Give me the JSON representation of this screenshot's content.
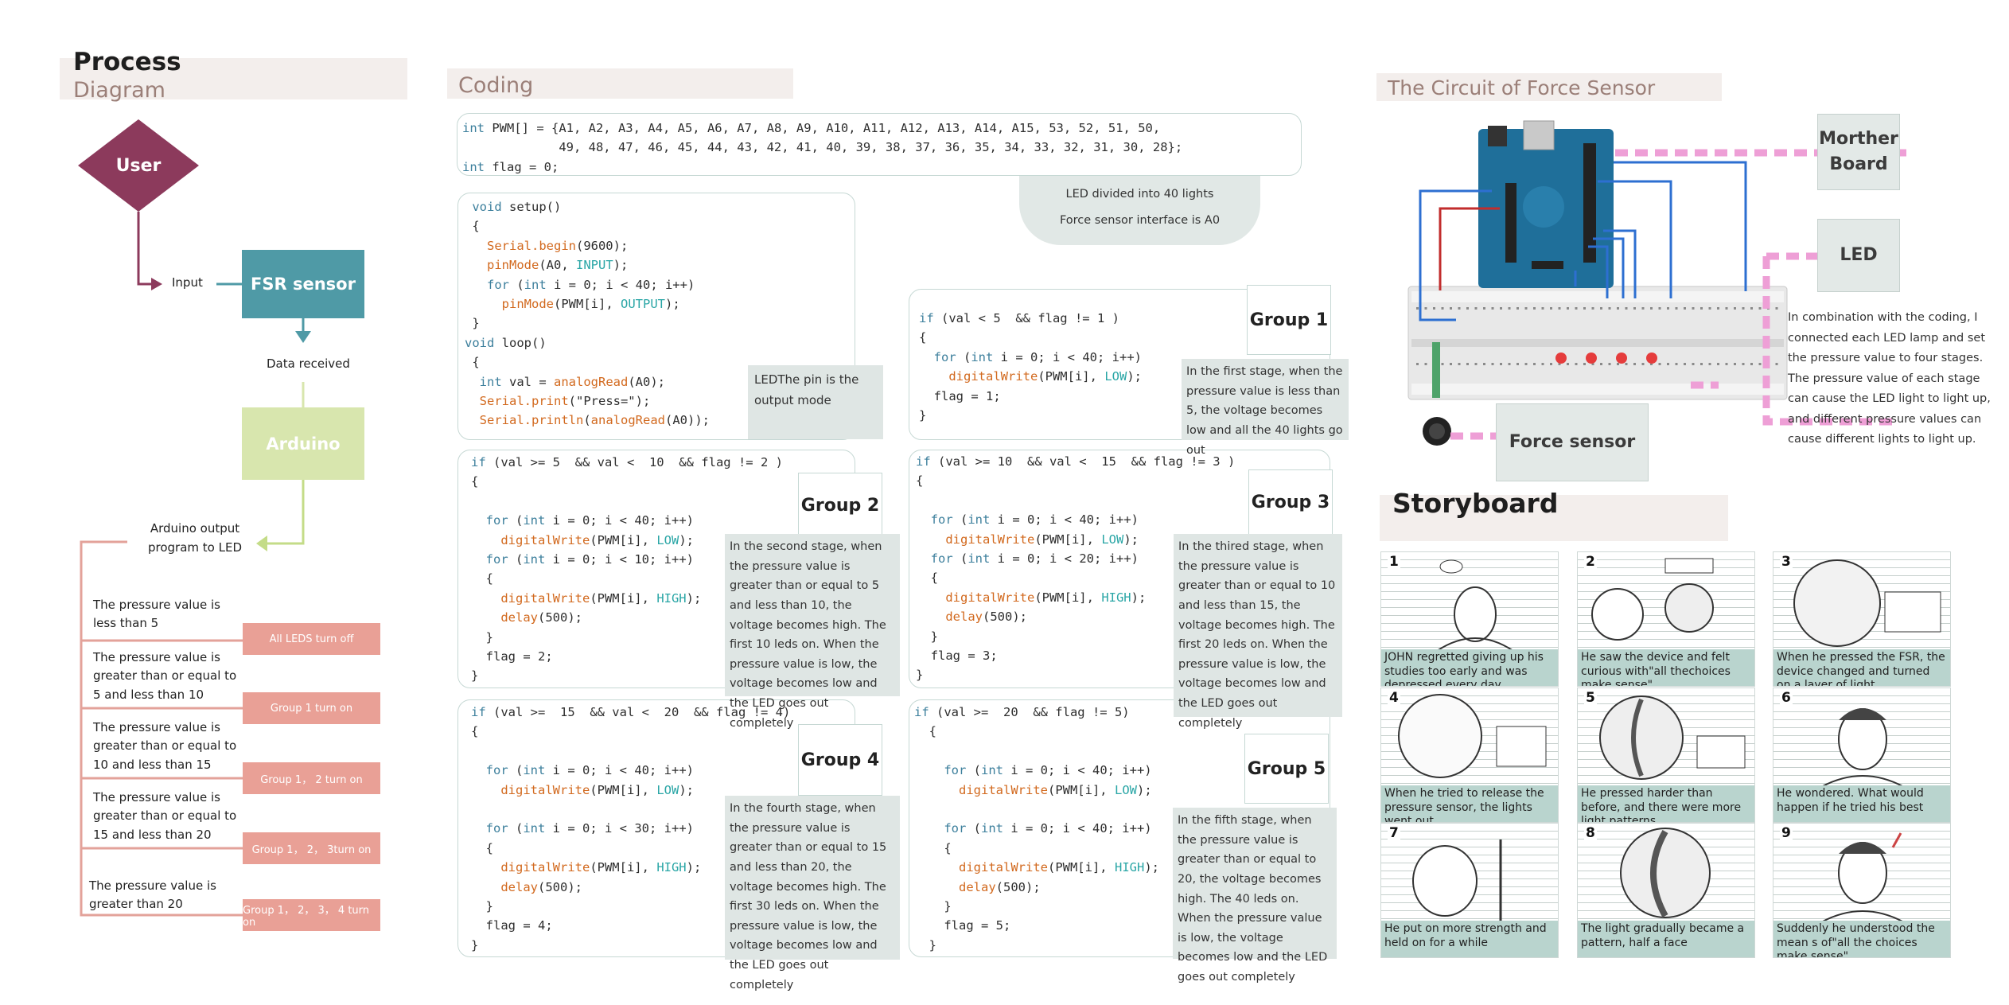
{
  "process": {
    "title_bold": "Process",
    "title_light": "Diagram",
    "user": "User",
    "input": "Input",
    "fsr": "FSR sensor",
    "data_received": "Data received",
    "arduino": "Arduino",
    "arduino_output": "Arduino output\nprogram to LED",
    "conditions": [
      {
        "text": "The pressure value is less than 5",
        "badge": "All LEDS turn off"
      },
      {
        "text": "The pressure value is greater than or equal to 5 and less than 10",
        "badge": "Group 1 turn on"
      },
      {
        "text": "The pressure value is greater than or equal to 10 and less than 15",
        "badge": "Group 1， 2 turn on"
      },
      {
        "text": "The pressure value is greater than or equal to 15 and less than 20",
        "badge": "Group 1， 2， 3turn on"
      },
      {
        "text": "The pressure value is greater than 20",
        "badge": "Group 1， 2， 3， 4 turn on"
      }
    ]
  },
  "coding": {
    "title": "Coding",
    "top_lines": [
      "int PWM[] = {A1, A2, A3, A4, A5, A6, A7, A8, A9, A10, A11, A12, A13, A14, A15, 53, 52, 51, 50,",
      "             49, 48, 47, 46, 45, 44, 43, 42, 41, 40, 39, 38, 37, 36, 35, 34, 33, 32, 31, 30, 28};",
      "int flag = 0;"
    ],
    "info_lines": [
      "LED divided into 40 lights",
      "Force sensor interface is A0"
    ],
    "setup_lines": [
      " void setup()",
      " {",
      "   Serial.begin(9600);",
      "   pinMode(A0, INPUT);",
      "   for (int i = 0; i < 40; i++)",
      "     pinMode(PWM[i], OUTPUT);",
      " }",
      "void loop()",
      " {",
      "  int val = analogRead(A0);",
      "  Serial.print(\"Press=\");",
      "  Serial.println(analogRead(A0));"
    ],
    "setup_note": "LEDThe pin is the output mode",
    "groups": [
      {
        "name": "Group 1",
        "lines": [
          "if (val < 5  && flag != 1 )",
          "{",
          "  for (int i = 0; i < 40; i++)",
          "    digitalWrite(PWM[i], LOW);",
          "  flag = 1;",
          "}"
        ],
        "note": "In the first stage, when the pressure value is less than 5, the voltage becomes low and all the 40 lights go out"
      },
      {
        "name": "Group 2",
        "lines": [
          "if (val >= 5  && val <  10  && flag != 2 )",
          "{",
          "",
          "  for (int i = 0; i < 40; i++)",
          "    digitalWrite(PWM[i], LOW);",
          "  for (int i = 0; i < 10; i++)",
          "  {",
          "    digitalWrite(PWM[i], HIGH);",
          "    delay(500);",
          "  }",
          "  flag = 2;",
          "}"
        ],
        "note": "In the second stage, when the pressure value is greater than or equal to 5 and less than 10, the voltage becomes high. The first 10 leds on. When the pressure value is low, the voltage becomes low and the LED goes out completely"
      },
      {
        "name": "Group 3",
        "lines": [
          "if (val >= 10  && val <  15  && flag != 3 )",
          "{",
          "",
          "  for (int i = 0; i < 40; i++)",
          "    digitalWrite(PWM[i], LOW);",
          "  for (int i = 0; i < 20; i++)",
          "  {",
          "    digitalWrite(PWM[i], HIGH);",
          "    delay(500);",
          "  }",
          "  flag = 3;",
          "}"
        ],
        "note": "In the thired stage, when the pressure value is greater than or equal to 10 and less than 15, the voltage becomes high. The first 20 leds on. When the pressure value is low, the voltage becomes low and the LED goes out completely"
      },
      {
        "name": "Group 4",
        "lines": [
          "if (val >=  15  && val <  20  && flag != 4)",
          "{",
          "",
          "  for (int i = 0; i < 40; i++)",
          "    digitalWrite(PWM[i], LOW);",
          "",
          "  for (int i = 0; i < 30; i++)",
          "  {",
          "    digitalWrite(PWM[i], HIGH);",
          "    delay(500);",
          "  }",
          "  flag = 4;",
          "}"
        ],
        "note": "In the fourth stage, when the pressure value is greater than or equal to 15 and less than 20, the voltage becomes high. The first 30 leds on. When the pressure value is low, the voltage becomes low and the LED goes out completely"
      },
      {
        "name": "Group 5",
        "lines": [
          "if (val >=  20  && flag != 5)",
          "  {",
          "",
          "    for (int i = 0; i < 40; i++)",
          "      digitalWrite(PWM[i], LOW);",
          "",
          "    for (int i = 0; i < 40; i++)",
          "    {",
          "      digitalWrite(PWM[i], HIGH);",
          "      delay(500);",
          "    }",
          "    flag = 5;",
          "  }"
        ],
        "note": "In the fifth stage, when the pressure value is greater than or equal to 20, the voltage becomes high. The 40 leds on. When the pressure value is low, the voltage becomes low and the LED goes out completely"
      }
    ]
  },
  "circuit": {
    "title": "The Circuit of Force Sensor",
    "mother_board": "Morther\nBoard",
    "led": "LED",
    "force_sensor": "Force sensor",
    "description": "In combination with the coding, I connected each LED lamp and set the pressure value to four stages. The pressure value of each stage can cause the LED light to light up, and different pressure values can cause different lights to light up."
  },
  "storyboard": {
    "title": "Storyboard",
    "panels": [
      {
        "num": "1",
        "caption": "JOHN regretted giving up his studies too early and was depressed every day"
      },
      {
        "num": "2",
        "caption": "He saw the device and felt curious with\"all thechoices make sense\""
      },
      {
        "num": "3",
        "caption": "When he pressed the FSR, the device changed and turned on a layer of light"
      },
      {
        "num": "4",
        "caption": "When he tried to release the pressure sensor, the lights went out"
      },
      {
        "num": "5",
        "caption": "He pressed harder than before, and there were more light patterns"
      },
      {
        "num": "6",
        "caption": "He wondered. What would happen if he tried his best"
      },
      {
        "num": "7",
        "caption": "He put on more strength and held on for a while"
      },
      {
        "num": "8",
        "caption": "The light gradually became a pattern, half a face"
      },
      {
        "num": "9",
        "caption": "Suddenly he understood the mean s of\"all the choices make sense\""
      }
    ]
  },
  "colors": {
    "user_node": "#8c3a5c",
    "fsr_node": "#4f9aa6",
    "arduino_node": "#d8e6ae",
    "badge": "#e9a096",
    "accent_line": "#ee9fd6"
  }
}
